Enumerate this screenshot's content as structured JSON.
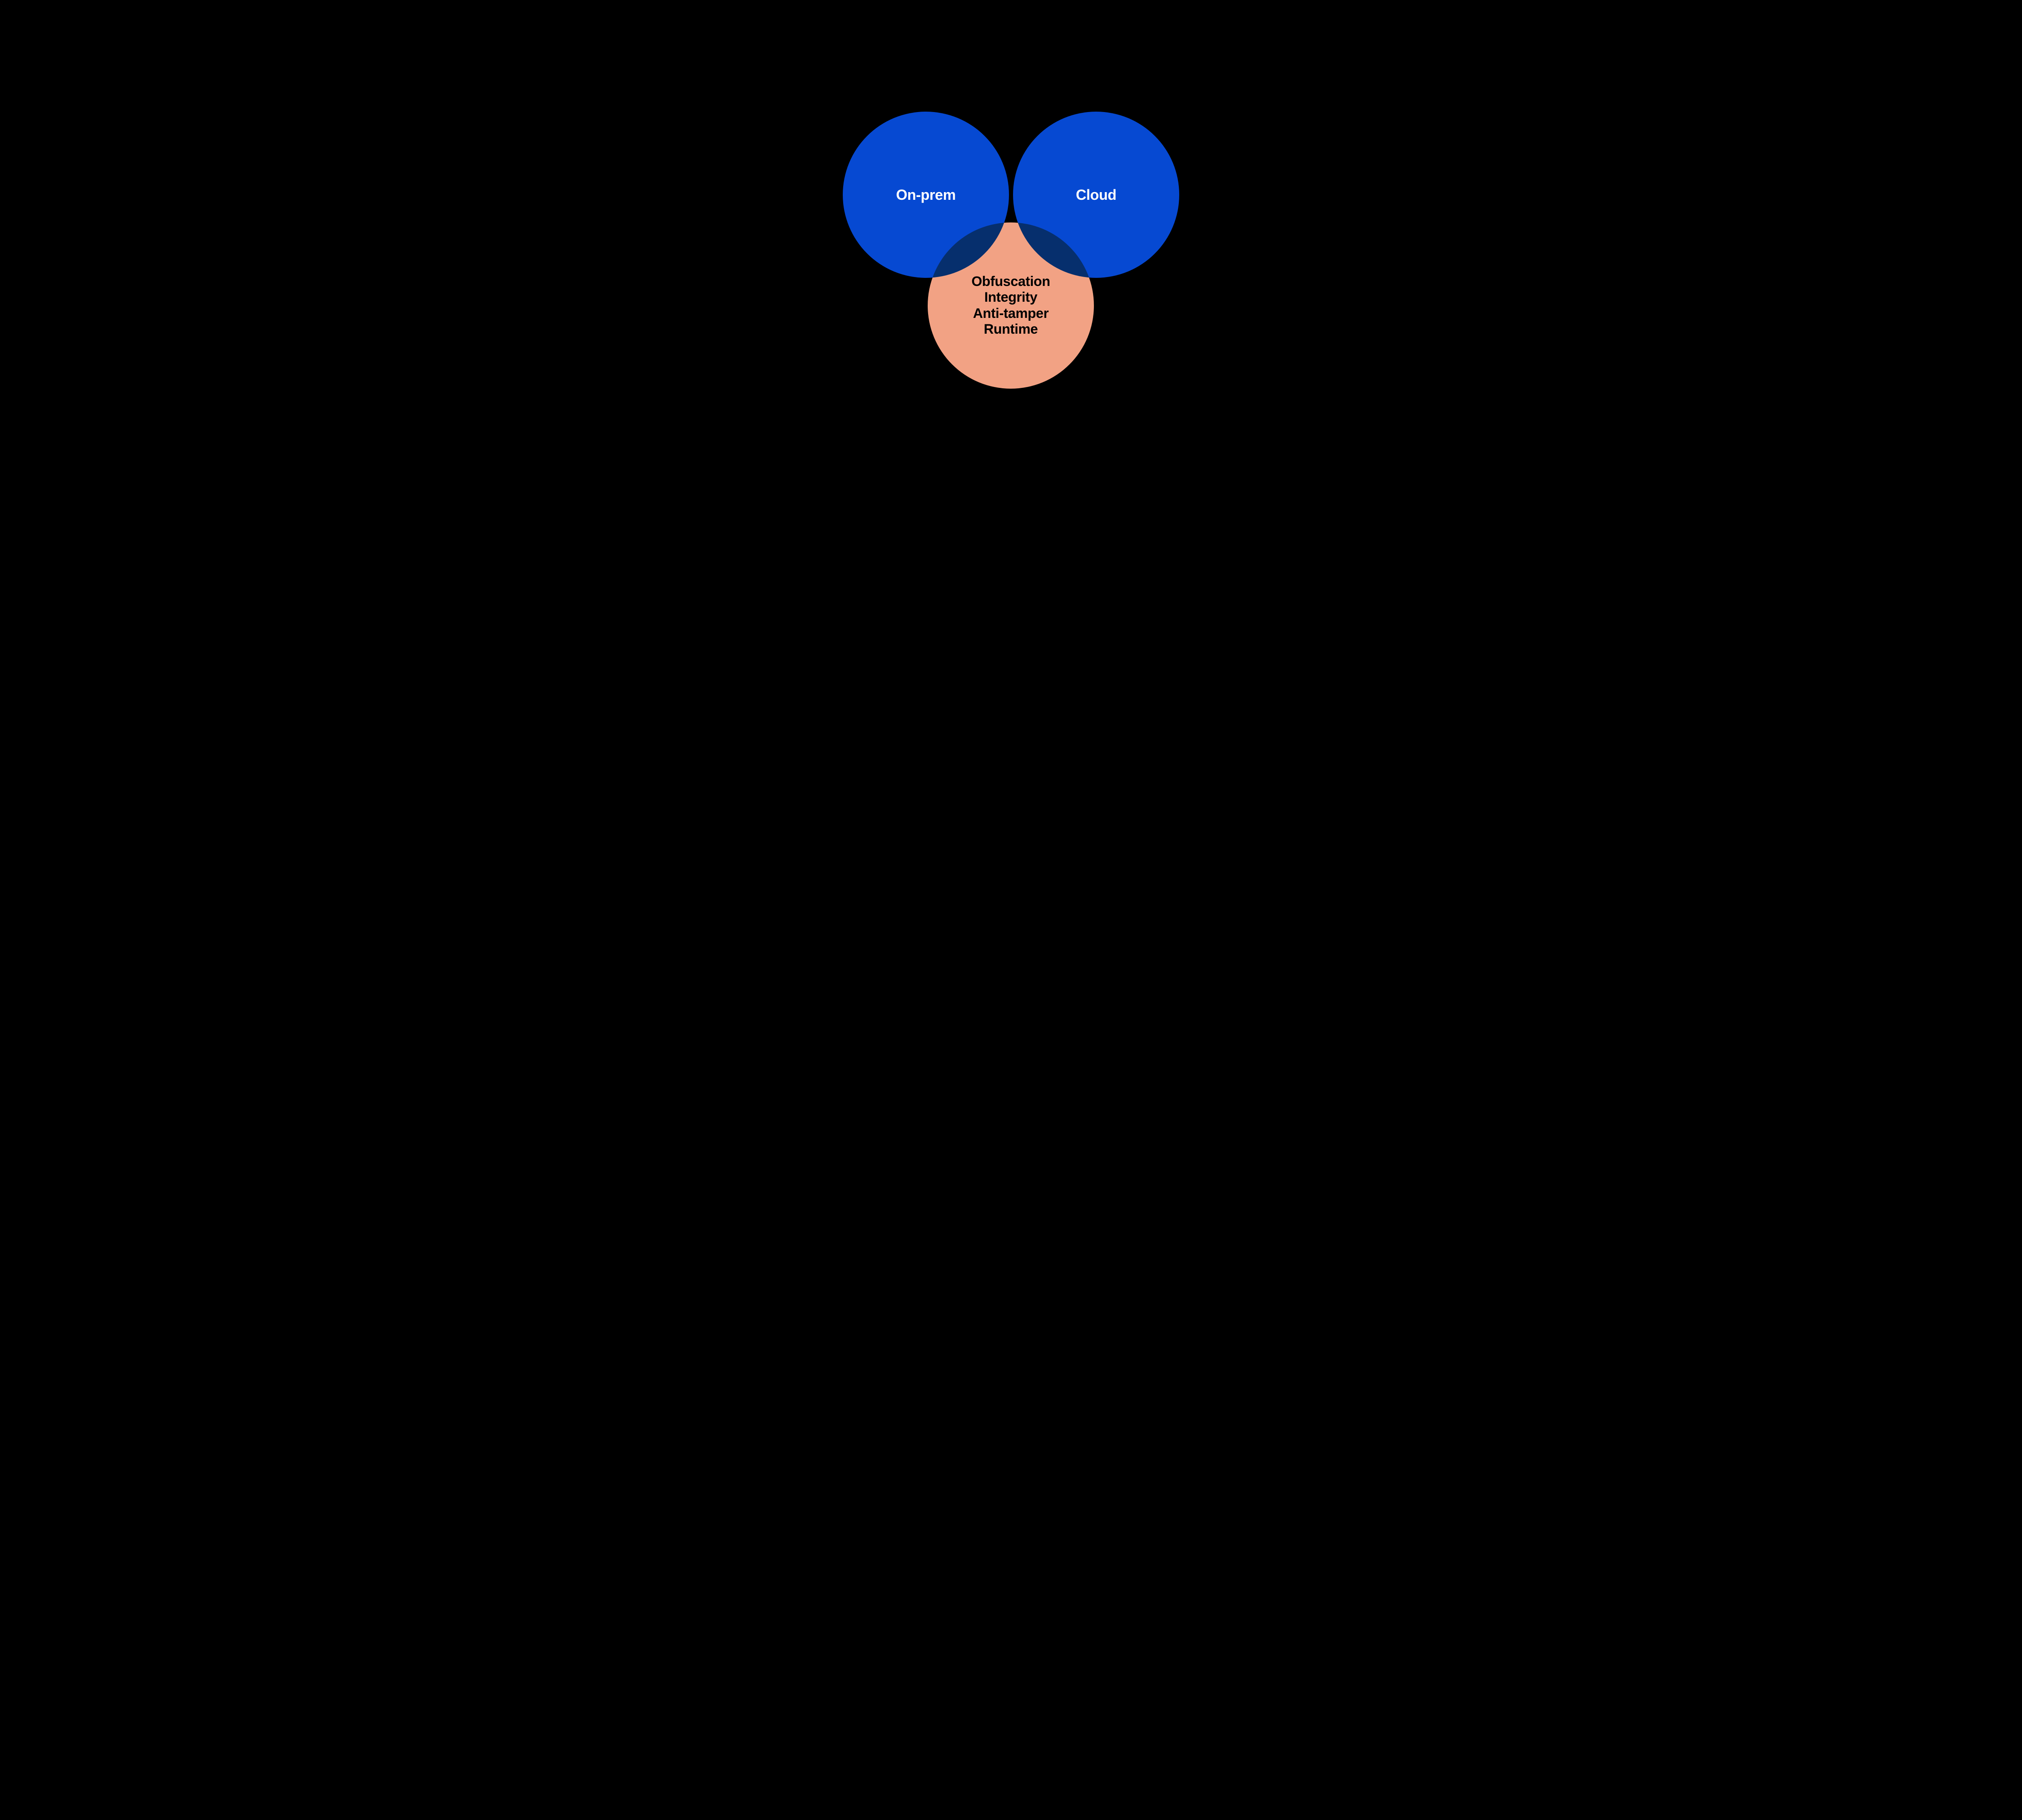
{
  "page": {
    "background": "#000000"
  },
  "diagram": {
    "type": "venn",
    "overlap_blend": "multiply",
    "overlap_color": "#0A2F6D",
    "circles": [
      {
        "id": "on-prem",
        "label": "On-prem",
        "fill": "#0649D2",
        "text_color": "#FFFFFF"
      },
      {
        "id": "cloud",
        "label": "Cloud",
        "fill": "#0649D2",
        "text_color": "#FFFFFF"
      },
      {
        "id": "protections",
        "lines": [
          "Obfuscation",
          "Integrity",
          "Anti-tamper",
          "Runtime"
        ],
        "fill": "#F2A284",
        "text_color": "#000000"
      }
    ]
  }
}
